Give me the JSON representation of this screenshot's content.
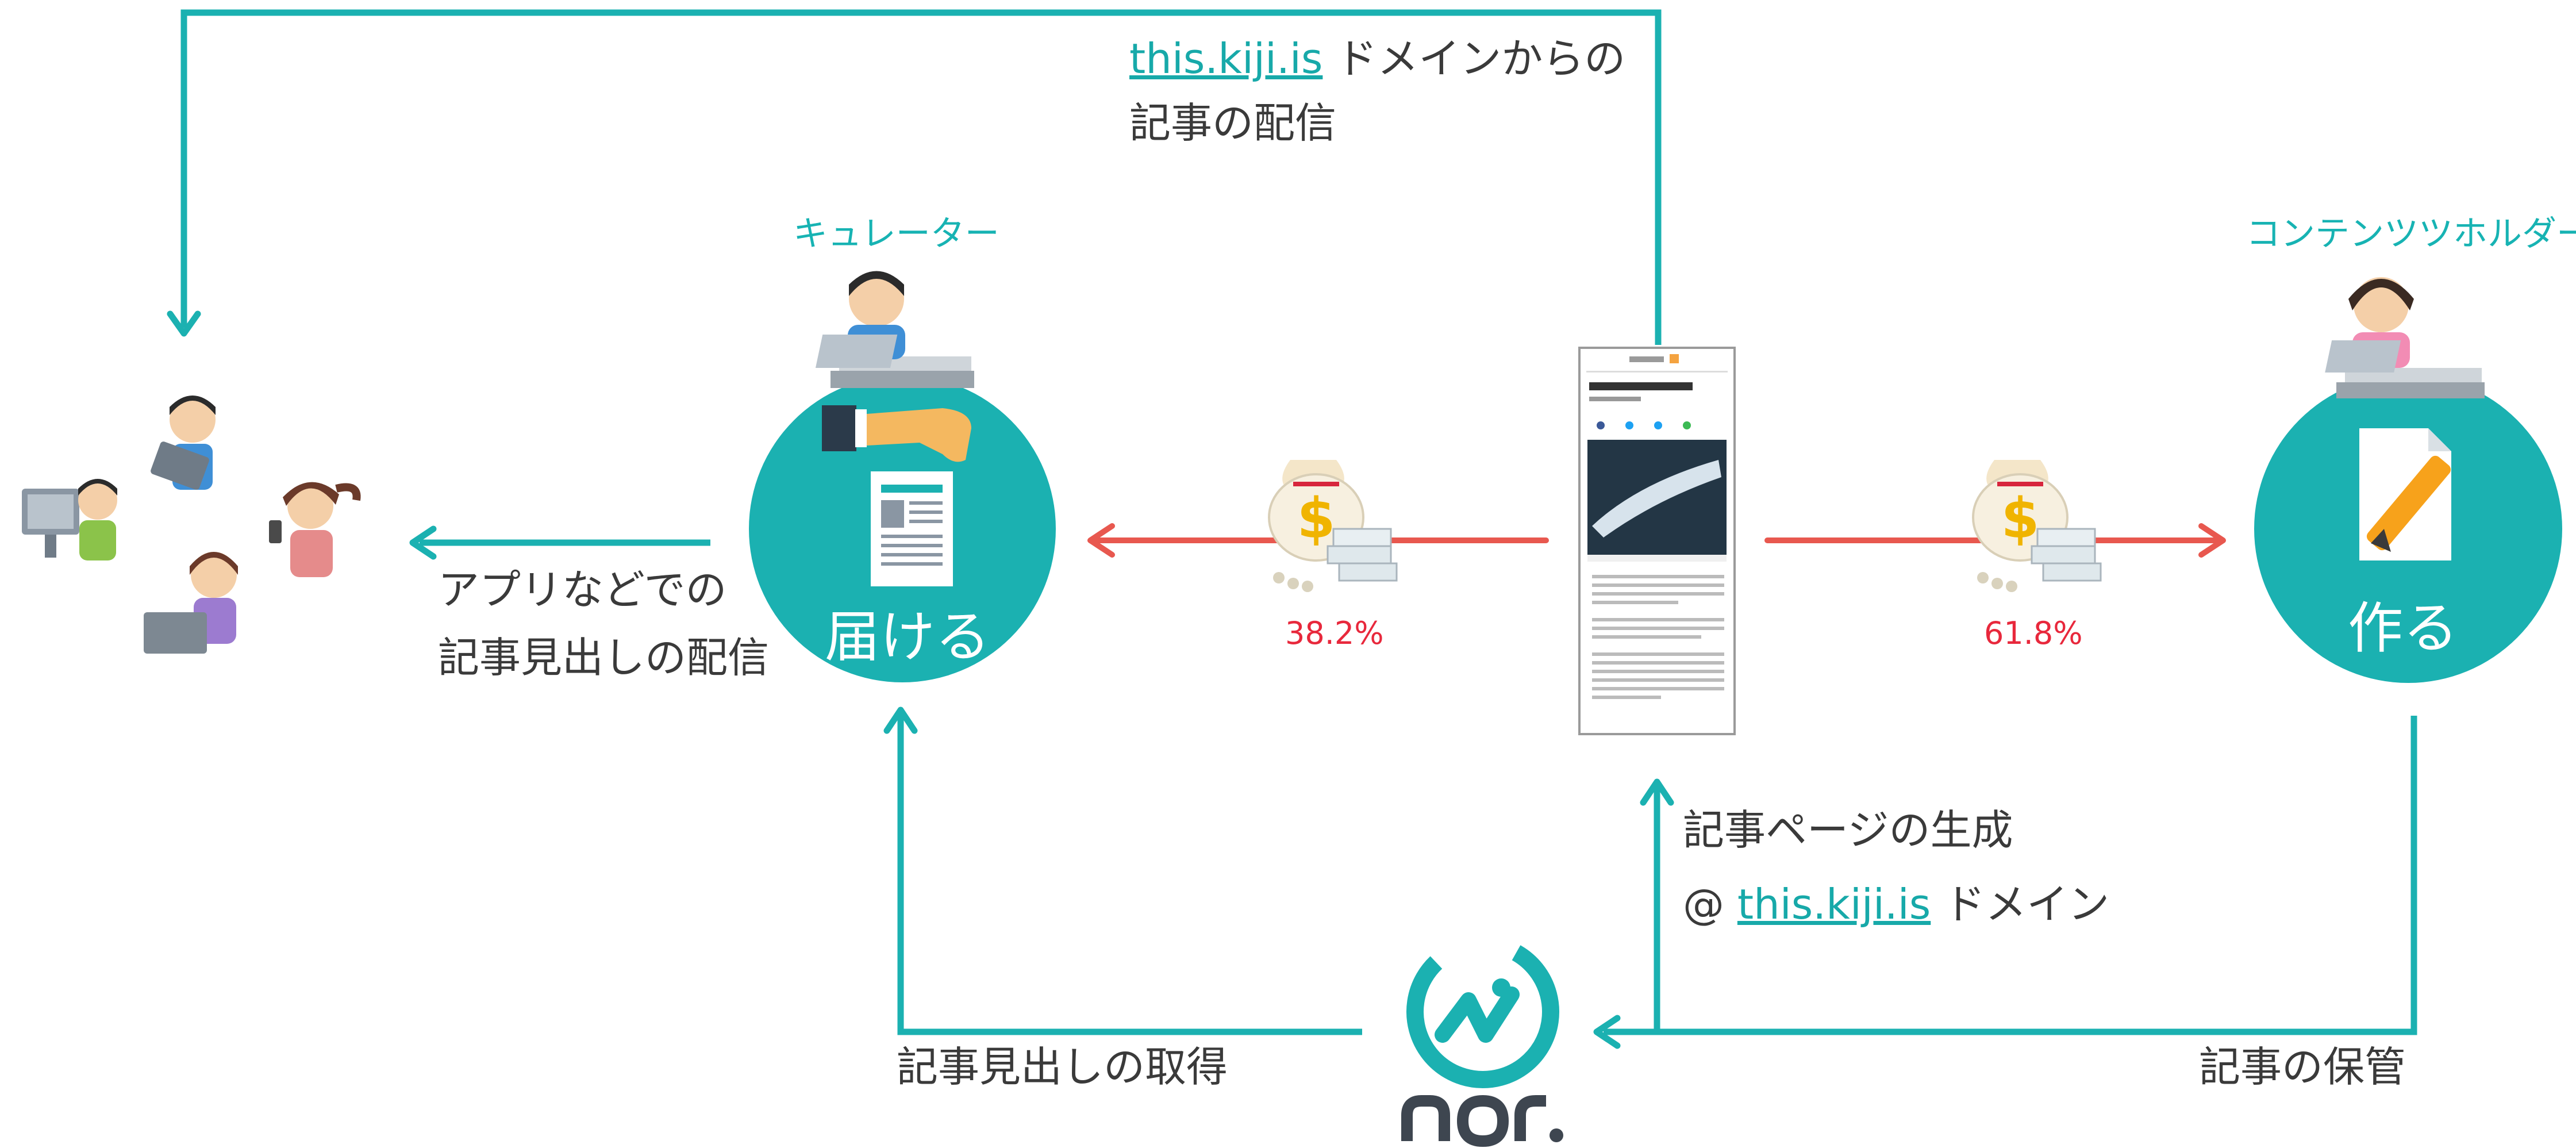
{
  "colors": {
    "teal": "#1bb1b1",
    "red": "#e8584f",
    "pct": "#e8283c",
    "text": "#3a3a3a",
    "logo": "#3e4650"
  },
  "roles": {
    "curator": "キュレーター",
    "content_holder": "コンテンツツホルダー"
  },
  "circles": {
    "deliver": "届ける",
    "create": "作る"
  },
  "flows": {
    "top_link": "this.kiji.is",
    "top_rest": " ドメインからの",
    "top_line2": "記事の配信",
    "app_line1": "アプリなどでの",
    "app_line2": "記事見出しの配信",
    "page_line1": "記事ページの生成",
    "page_prefix": "@ ",
    "page_link": "this.kiji.is",
    "page_rest": " ドメイン",
    "get_headline": "記事見出しの取得",
    "storage": "記事の保管"
  },
  "shares": {
    "curator": "38.2%",
    "content_holder": "61.8%"
  },
  "logo": {
    "text": "nor."
  },
  "icons": [
    "readers-illustration",
    "curator-person-icon",
    "content-holder-person-icon",
    "money-bag-icon",
    "article-document-icon",
    "pen-icon",
    "hand-icon",
    "phone-article-icon",
    "nor-logo-icon"
  ]
}
